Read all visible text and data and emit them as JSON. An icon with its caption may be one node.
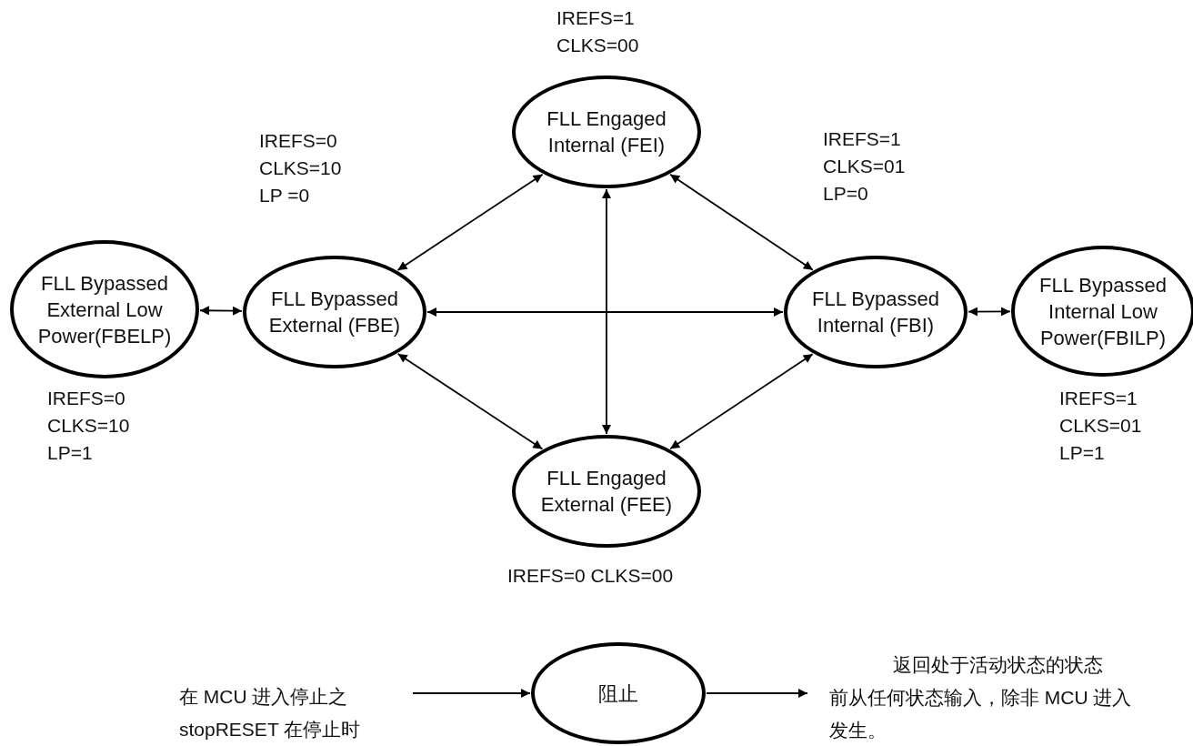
{
  "diagram": {
    "nodes": [
      {
        "text": [
          "FLL Engaged Internal (FEI)"
        ],
        "beside": [
          "IREFS=1",
          "CLKS=00"
        ]
      },
      {
        "text": [
          "FLL Bypassed External Low Power(FBELP)"
        ],
        "beside": [
          "IREFS=0",
          "CLKS=10",
          "LP=1"
        ]
      },
      {
        "text": [
          "FLL Bypassed External (FBE)"
        ],
        "beside": [
          "IREFS=0",
          "CLKS=10",
          "LP =0"
        ]
      },
      {
        "text": [
          "FLL Bypassed Internal (FBI)"
        ],
        "beside": [
          "IREFS=1",
          "CLKS=01",
          "LP=0"
        ]
      },
      {
        "text": [
          "FLL Bypassed Internal Low Power(FBILP)"
        ],
        "beside": [
          "IREFS=1",
          "CLKS=01",
          "LP=1"
        ]
      },
      {
        "text": [
          "FLL Engaged External (FEE)"
        ],
        "beside": [
          "IREFS=0 CLKS=00"
        ]
      },
      {
        "text": [
          "在 MCU 进入停止之",
          "stopRESET 在停止时"
        ]
      },
      {
        "text": [
          "阻止"
        ]
      },
      {
        "text": [
          "返回处于活动状态的状态",
          "前从任何状态输入，除非 MCU 进入",
          "发生。"
        ]
      }
    ],
    "edges": [
      {
        "from": 0,
        "to": 2,
        "arrow": "both"
      },
      {
        "from": 0,
        "to": 3,
        "arrow": "both"
      },
      {
        "from": 0,
        "to": 5,
        "arrow": "both"
      },
      {
        "from": 1,
        "to": 2,
        "arrow": "both"
      },
      {
        "from": 2,
        "to": 3,
        "arrow": "both"
      },
      {
        "from": 3,
        "to": 4,
        "arrow": "both"
      },
      {
        "from": 2,
        "to": 5,
        "arrow": "both"
      },
      {
        "from": 3,
        "to": 5,
        "arrow": "both"
      },
      {
        "from": 6,
        "to": 7,
        "arrow": "to"
      },
      {
        "from": 7,
        "to": 8,
        "arrow": "to"
      }
    ]
  }
}
